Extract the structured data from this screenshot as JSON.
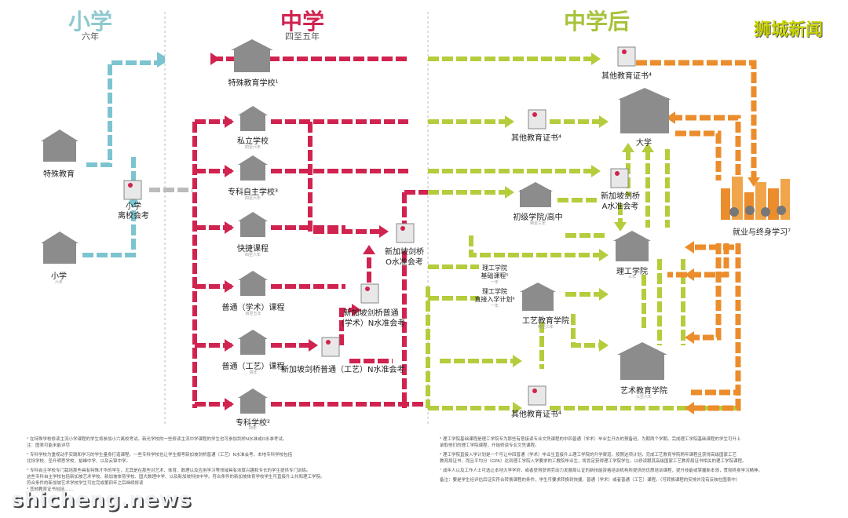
{
  "columns": {
    "primary": {
      "title": "小学",
      "sub": "六年"
    },
    "secondary": {
      "title": "中学",
      "sub": "四至五年"
    },
    "post": {
      "title": "中学后"
    }
  },
  "watermark_top": "狮城新闻",
  "watermark_bottom": "shicheng.news",
  "nodes": {
    "special_ed": "特殊教育",
    "primary_school": "小学",
    "primary_sub": "六年",
    "psle": "小学\n离校会考",
    "special_ed_school": "特殊教育学校¹",
    "private_school": "私立学校",
    "private_sub": "四至六年",
    "specialised_indep": "专科自主学校³",
    "specialised_indep_sub": "四至六年",
    "express": "快捷课程",
    "express_sub": "四至六年",
    "normal_academic": "普通（学术）课程",
    "normal_academic_sub": "四至五年",
    "normal_technical": "普通（工艺）课程",
    "normal_technical_sub": "四年",
    "specialised_school": "专科学校²",
    "specialised_school_sub": "四年",
    "n_tech": "新加坡剑桥普通（工艺）N水准会考",
    "n_acad_1": "新加坡剑桥普通",
    "n_acad_2": "（学术）N水准会考",
    "o_level_1": "新加坡剑桥",
    "o_level_2": "O水准会考",
    "jc": "初级学院/高中",
    "jc_sub": "两至三年",
    "a_level_1": "新加坡剑桥",
    "a_level_2": "A水准会考",
    "other_cert_top": "其他教育证书⁴",
    "other_cert_mid": "其他教育证书⁴",
    "other_cert_bottom": "其他教育证书⁴",
    "university": "大学",
    "polytechnic": "理工学院",
    "poly_sub": "三年",
    "poly_foundation_1": "理工学院",
    "poly_foundation_2": "基础课程⁵",
    "poly_foundation_sub": "一年",
    "poly_direct": "理工学院",
    "poly_direct_2": "直接入学计划⁶",
    "poly_direct_sub": "一年",
    "ite": "工艺教育学院",
    "ite_sub": "两至三年",
    "arts": "艺术教育学院",
    "arts_sub": "三至六年",
    "career": "就业与终身学习⁷"
  },
  "notes_left": [
    "¹ 在特殊学校修读主流小学课程的学生将参加小六离校考试。新光学校的一些修读主流中学课程的学生也可参加剑桥N水准或O水准考试。",
    "注：图表可能未能详尽",
    "² 专科学校为重视动手实践和学习的学生量身打造课程。一些专科学校也让学生报考新加坡剑桥普通（工艺）N水准会考。本地专科学校包括",
    "北烁学校、圣升明思学校、裕峰中学、以及云锦中学。",
    "³ 专科自主学校专门栽培那些具有特殊才华的学生，尤其是在那些对艺术、体育、数理以及应用学习等领域具有浓厚兴趣和专长的学生提供专门训练。",
    "这些专科自主学校包括新加坡艺术学校、新加坡体育学校、国大数理中学、以及新加坡科技中学。符合条件的新加坡体育学校学生可直接升上共和理工学院。",
    "符合条件的新加坡艺术学校学生可在完成第四年之后继续修读",
    "⁴ 其他教育证书包括……"
  ],
  "notes_right": [
    "⁵ 理工学院基础课程是理工学院专为那些有意接读专业文凭课程的中四普通（学术）毕业生开办的预备班，为期两个学期。完成理工学院基础课程的学生可升上",
    "录取他们的理工学院课程，开始修读专业文凭课程。",
    "⁶ 理工学院直接入学计划是一个可让中四普通（学术）毕业生直接升上理工学院的升学渠道。按照这项计划，完成工艺教育学院两年课程且获得高级国家工艺",
    "教育局证书、而且平均分（GPA）达到理工学院入学要求的工教院毕业生，将肯定获得理工学院学位。以修读跟其高级国家工艺教育局证书相关的理工学院课程。",
    "⁷ 成年人以及工作人士可选让本地大学学府，或者获得获得劳动力发展局认证的新技能资格培训机构所提供的优质培训课程，提升技能或掌握新本领，贯彻终身学习精神。",
    "备注：要是学生经评估后证实符合转换课程的条件，学生可要求转换到快捷、普通（学术）或者普通（工艺）课程。（可转换课程的安排并没有反映在图表中）"
  ],
  "colors": {
    "teal": "#7cc4cf",
    "red": "#d0234f",
    "green": "#b5cc3c",
    "orange": "#eb8d2c",
    "icon_gray": "#8c8c8c",
    "head_teal": "#8fc9cf",
    "head_red": "#d0234f",
    "head_green": "#a7c23b"
  }
}
